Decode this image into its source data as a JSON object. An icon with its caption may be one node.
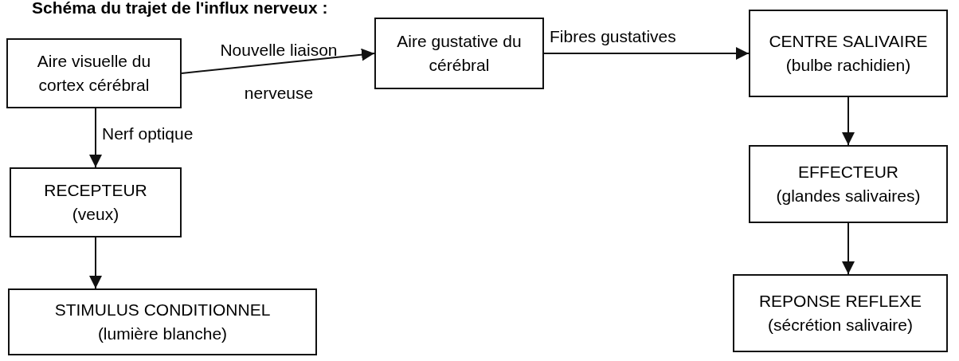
{
  "diagram": {
    "title": "Schéma du trajet de l'influx nerveux :",
    "nodes": [
      {
        "text": [
          "Aire visuelle du cortex cérébral"
        ]
      },
      {
        "text": [
          "Aire gustative du cérébral"
        ]
      },
      {
        "text": [
          "CENTRE SALIVAIRE",
          "(bulbe rachidien)"
        ]
      },
      {
        "text": [
          "RECEPTEUR",
          "(veux)"
        ]
      },
      {
        "text": [
          "STIMULUS CONDITIONNEL",
          "(lumière blanche)"
        ]
      },
      {
        "text": [
          "EFFECTEUR",
          "(glandes salivaires)"
        ]
      },
      {
        "text": [
          "REPONSE REFLEXE",
          "(sécrétion salivaire)"
        ]
      }
    ],
    "edges": [
      {
        "from": 0,
        "to": 1,
        "arrow": "to",
        "label": "Nouvelle liaison nerveuse"
      },
      {
        "from": 1,
        "to": 2,
        "arrow": "to",
        "label": "Fibres gustatives"
      },
      {
        "from": 0,
        "to": 3,
        "arrow": "to",
        "label": "Nerf optique"
      },
      {
        "from": 3,
        "to": 4,
        "arrow": "to"
      },
      {
        "from": 2,
        "to": 5,
        "arrow": "to"
      },
      {
        "from": 5,
        "to": 6,
        "arrow": "to"
      }
    ]
  }
}
